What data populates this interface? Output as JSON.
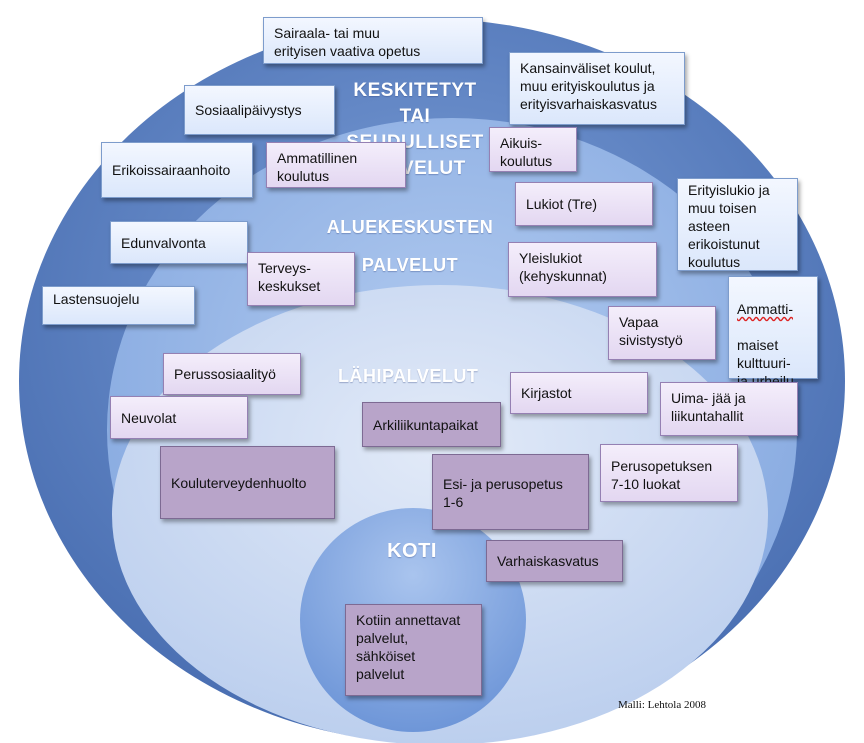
{
  "zones": {
    "outer": "KESKITETYT TAI SEUDULLISET PALVELUT",
    "outer_lines": [
      "KESKITETYT TAI",
      "SEUDULLISET",
      "PALVELUT"
    ],
    "middle_lines": [
      "ALUEKESKUSTEN",
      "PALVELUT"
    ],
    "inner": "LÄHIPALVELUT",
    "core": "KOTI"
  },
  "boxes": {
    "sairaala": "Sairaala- tai muu\nerityisen vaativa opetus",
    "kansainvaliset": "Kansainväliset koulut,\nmuu erityiskoulutus  ja\nerityisvarhaiskasvatus",
    "sosiaalipaivystys": "Sosiaalipäivystys",
    "aikuiskoulutus": "Aikuis-\nkoulutus",
    "erikoissairaanhoito": "Erikoissairaanhoito",
    "ammatillinen": "Ammatillinen\nkoulutus",
    "lukiot_tre": "Lukiot (Tre)",
    "erityislukio": "Erityislukio  ja\nmuu toisen\nasteen\nerikoistunut\nkoulutus",
    "edunvalvonta": "Edunvalvonta",
    "terveyskeskukset": "Terveys-\nkeskukset",
    "yleislukiot": "Yleislukiot\n(kehyskunnat)",
    "lastensuojelu": "Lastensuojelu",
    "ammattimaiset_1": "Ammatti-",
    "ammattimaiset_2": "maiset\nkulttuuri-\nja urheilu-\nlaitokset",
    "vapaa": "Vapaa\nsivistystyö",
    "perussosiaalityo": "Perussosiaalityö",
    "kirjastot": "Kirjastot",
    "uima": "Uima-  jää ja\nliikuntahallit",
    "neuvolat": "Neuvolat",
    "arkiliikunta": "Arkiliikuntapaikat",
    "kouluterveydenhuolto": "Kouluterveydenhuolto",
    "esi_perusopetus": "Esi- ja perusopetus\n1-6",
    "perusopetus_7_10": "Perusopetuksen\n7-10 luokat",
    "varhaiskasvatus": "Varhaiskasvatus",
    "kotiin": "Kotiin annettavat\npalvelut,\nsähköiset\npalvelut"
  },
  "credit": "Malli: Lehtola 2008",
  "colors": {
    "ring_outer": "#5b7fbf",
    "ring_middle": "#8fb0e3",
    "ring_inner": "#c7d6f0",
    "core": "#8aaee6"
  }
}
